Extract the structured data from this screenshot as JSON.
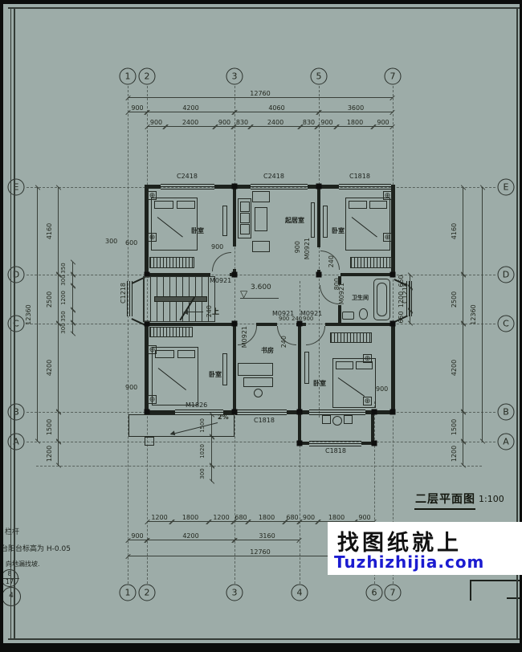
{
  "sheet": {
    "title": "二层平面图",
    "scale": "1:100"
  },
  "watermark": {
    "cn": "找图纸就上",
    "en": "Tuzhizhijia.com",
    "accent": "#1b1bd0"
  },
  "notes": {
    "l1": "栏杆",
    "l2": "台阳台标高为 H-0.05",
    "l3": "向地漏找坡.",
    "b8": "8",
    "b17": "17",
    "b4": "4"
  },
  "grid": {
    "top": [
      "1",
      "2",
      "3",
      "5",
      "7"
    ],
    "bottom": [
      "1",
      "2",
      "3",
      "4",
      "6",
      "7"
    ],
    "rows": [
      "E",
      "D",
      "C",
      "B",
      "A"
    ]
  },
  "dims_top": {
    "total": "12760",
    "r2": [
      "900",
      "4200",
      "4060",
      "3600"
    ],
    "r3": [
      "900",
      "2400",
      "900",
      "830",
      "2400",
      "830",
      "900",
      "1800",
      "900"
    ]
  },
  "dims_bottom": {
    "total": "12760",
    "r1": [
      "1200",
      "1800",
      "1200",
      "680",
      "1800",
      "680",
      "900",
      "1800",
      "900"
    ],
    "r2": [
      "900",
      "4200",
      "3160"
    ]
  },
  "dims_side": {
    "total": "12360",
    "rows": [
      "4160",
      "2500",
      "4200",
      "1500",
      "1200"
    ],
    "left_inner": [
      "350",
      "300",
      "1200",
      "350",
      "300"
    ],
    "right_inner": [
      "650",
      "1200",
      "650"
    ]
  },
  "tags": {
    "c2418": "C2418",
    "c1818": "C1818",
    "c1218": "C1218",
    "m0921": "M0921",
    "m1826": "M1826"
  },
  "rooms": {
    "bedroom": "卧室",
    "living": "起居室",
    "study": "书房",
    "bath": "卫生间"
  },
  "marks": {
    "elev": "3.600",
    "tri": "▽",
    "up": "上",
    "slope": "2%",
    "pier": "⊕"
  },
  "d": {
    "v300": "300",
    "v600": "600",
    "v900": "900",
    "v240": "240",
    "v800": "800",
    "v1500": "1500",
    "v1020": "1020"
  }
}
